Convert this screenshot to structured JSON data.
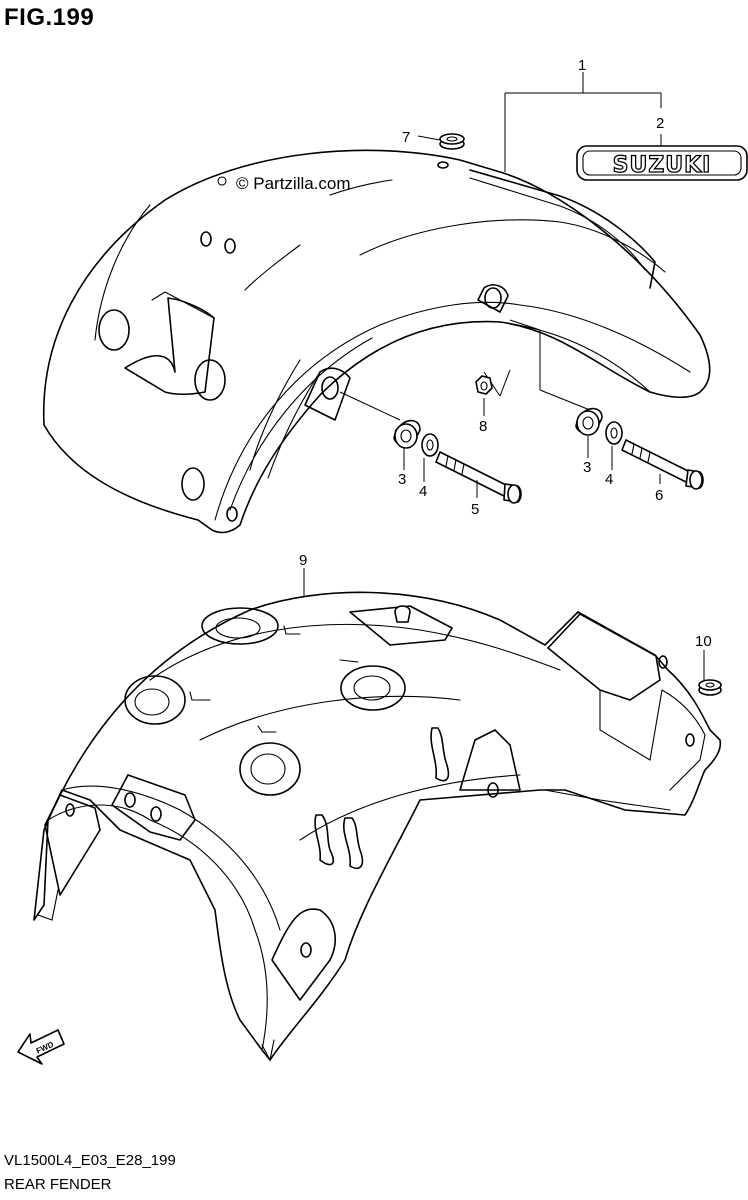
{
  "figure": {
    "title": "FIG.199",
    "code": "VL1500L4_E03_E28_199",
    "subtitle": "REAR FENDER"
  },
  "watermark": "© Partzilla.com",
  "emblem_text": "SUZUKI",
  "fwd_marker": "FWD",
  "callouts": [
    "1",
    "2",
    "3",
    "3",
    "4",
    "4",
    "5",
    "6",
    "7",
    "8",
    "9",
    "10"
  ]
}
